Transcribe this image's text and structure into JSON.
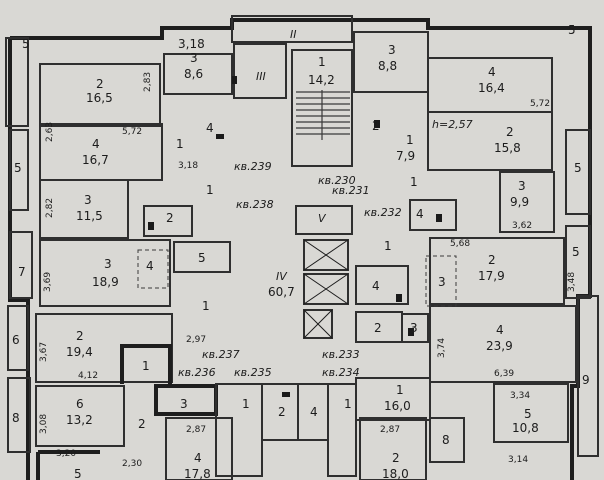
{
  "labels": {
    "top_ii": "II",
    "top_iii": "III",
    "stair_v": "V",
    "hall_iv": "IV",
    "hall_area": "60,7",
    "edge_5_tl": "5",
    "edge_5_tr": "5",
    "edge_5_l": "5",
    "edge_5_r": "5",
    "edge_5_r2": "5",
    "edge_7": "7",
    "edge_6": "6",
    "edge_8": "8",
    "edge_9": "9",
    "r_318_top": "3,18",
    "r_3_86_n": "3",
    "r_3_86_a": "8,6",
    "r_1_142_n": "1",
    "r_1_142_a": "14,2",
    "r_3_88_n": "3",
    "r_3_88_a": "8,8",
    "r_2_165_n": "2",
    "r_2_165_a": "16,5",
    "d_283": "2,83",
    "r_4_164_n": "4",
    "r_4_164_a": "16,4",
    "d_572_r": "5,72",
    "d_263": "2,63",
    "d_572_l": "5,72",
    "r_1_l": "1",
    "r_4_sm_n": "4",
    "r_2_sm_r": "2",
    "h_257": "h=2,57",
    "r_2_158_n": "2",
    "r_2_158_a": "15,8",
    "r_4_167_n": "4",
    "r_4_167_a": "16,7",
    "r_1_79_n": "1",
    "r_1_79_a": "7,9",
    "d_318_mid": "3,18",
    "kv239": "кв.239",
    "kv230": "кв.230",
    "kv231": "кв.231",
    "d_282": "2,82",
    "r_3_115_n": "3",
    "r_3_115_a": "11,5",
    "r_1_mid_l": "1",
    "kv238": "кв.238",
    "r_1_mid_r": "1",
    "r_3_99_n": "3",
    "r_3_99_a": "9,9",
    "r_2_wc_l": "2",
    "kv232": "кв.232",
    "r_4_wc_r": "4",
    "d_362": "3,62",
    "d_369": "3,69",
    "r_3_189_n": "3",
    "r_3_189_a": "18,9",
    "r_4_dash": "4",
    "r_5_sm": "5",
    "r_1_right_top": "1",
    "d_568": "5,68",
    "r_2_179_n": "2",
    "r_2_179_a": "17,9",
    "d_348": "3,48",
    "r_1_left_mid": "1",
    "r_4_right_mid": "4",
    "r_3_right_mid": "3",
    "d_297": "2,97",
    "d_367": "3,67",
    "r_2_194_n": "2",
    "r_2_194_a": "19,4",
    "r_2_cor": "2",
    "r_3_cor": "3",
    "d_374": "3,74",
    "r_4_239_n": "4",
    "r_4_239_a": "23,9",
    "r_1_box": "1",
    "kv237": "кв.237",
    "kv233": "кв.233",
    "kv236": "кв.236",
    "kv235": "кв.235",
    "kv234": "кв.234",
    "d_412": "4,12",
    "d_639": "6,39",
    "d_308": "3,08",
    "r_6_132_n": "6",
    "r_6_132_a": "13,2",
    "r_3_box": "3",
    "r_1_a": "1",
    "r_1_b": "1",
    "r_2_lc": "2",
    "r_4_lc": "4",
    "r_1_160_n": "1",
    "r_1_160_a": "16,0",
    "d_334": "3,34",
    "r_5_108_n": "5",
    "r_5_108_a": "10,8",
    "r_2_bl": "2",
    "d_287_l": "2,87",
    "d_287_r": "2,87",
    "r_8": "8",
    "d_314": "3,14",
    "d_320": "3,20",
    "d_230": "2,30",
    "r_5_bot": "5",
    "r_4_178_n": "4",
    "r_4_178_a": "17,8",
    "r_2_180_n": "2",
    "r_2_180_a": "18,0"
  }
}
